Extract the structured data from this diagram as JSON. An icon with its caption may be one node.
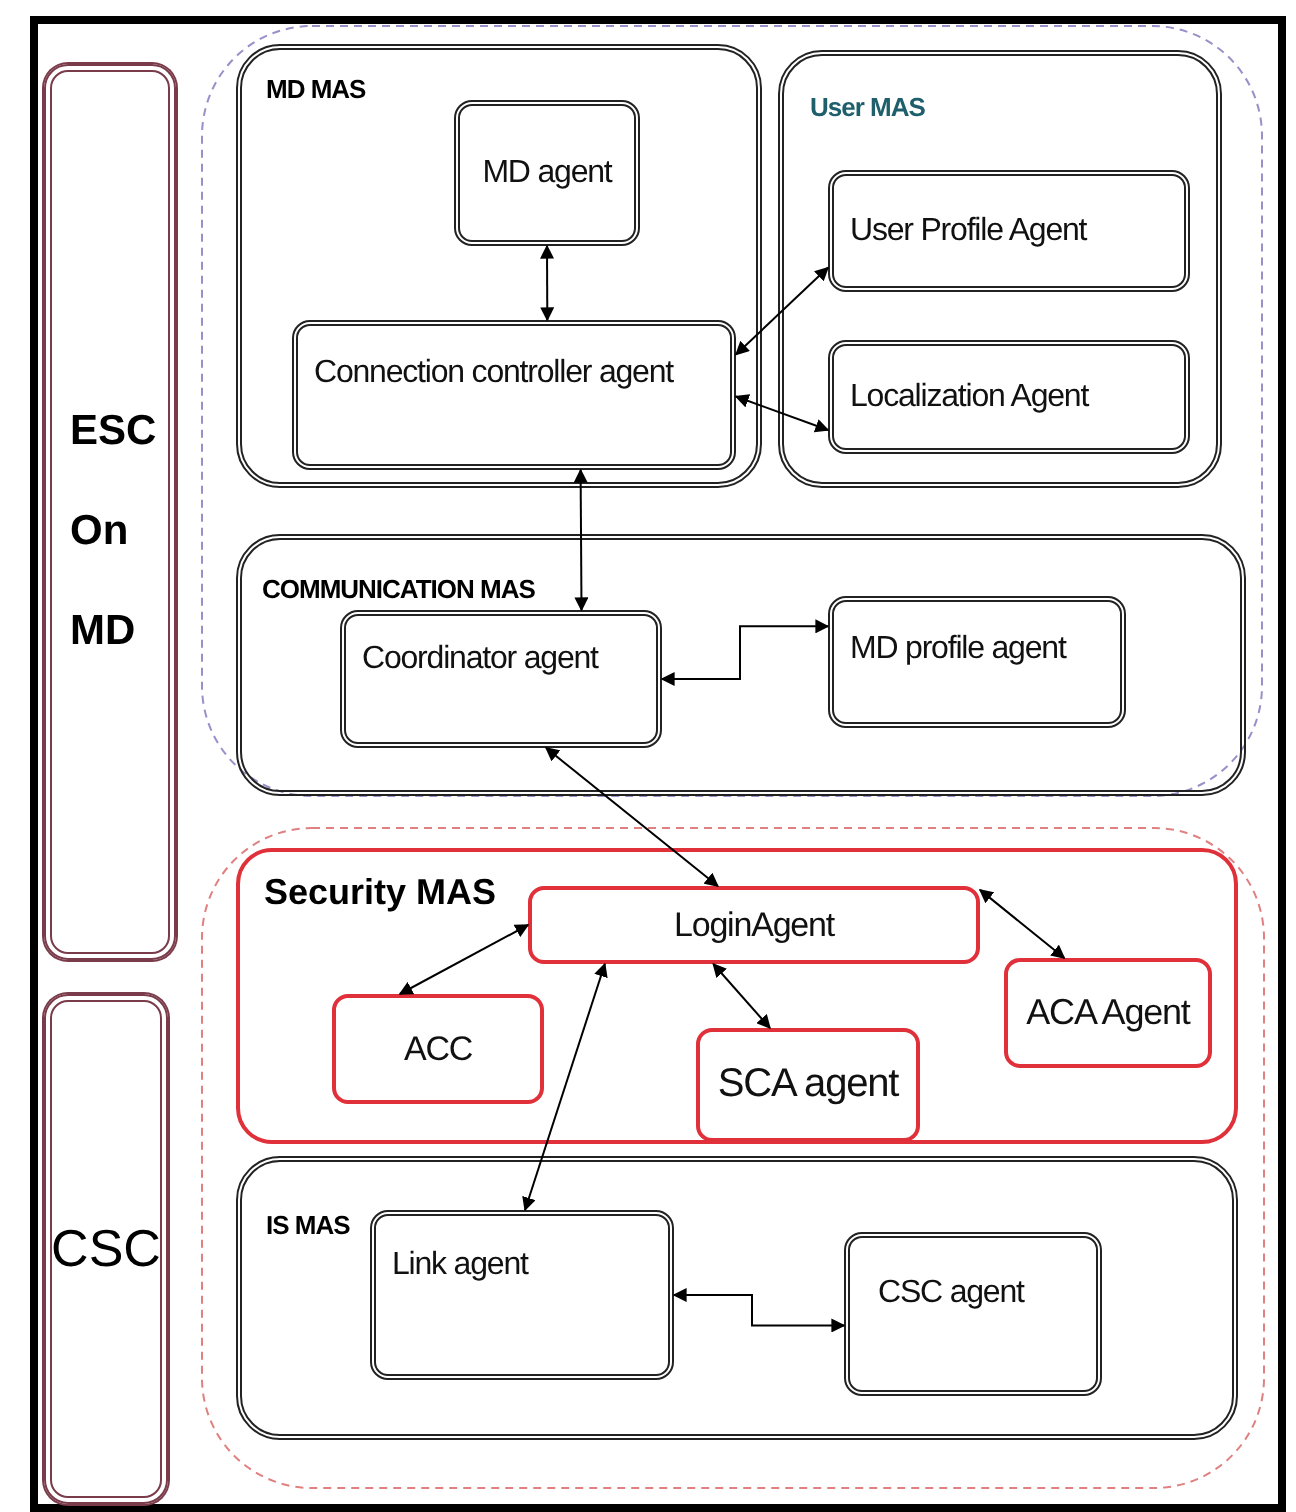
{
  "diagram": {
    "nodes": [
      {
        "text": [
          "ESC On MD"
        ]
      },
      {
        "text": [
          "CSC"
        ]
      },
      {
        "text": [
          "MD MAS"
        ]
      },
      {
        "text": [
          "MD agent"
        ],
        "in": 2
      },
      {
        "text": [
          "Connection controller agent"
        ],
        "in": 2
      },
      {
        "text": [
          "User MAS"
        ]
      },
      {
        "text": [
          "User Profile Agent"
        ],
        "in": 5
      },
      {
        "text": [
          "Localization Agent"
        ],
        "in": 5
      },
      {
        "text": [
          "COMMUNICATION MAS"
        ]
      },
      {
        "text": [
          "Coordinator agent"
        ],
        "in": 8
      },
      {
        "text": [
          "MD profile agent"
        ],
        "in": 8
      },
      {
        "text": [
          "Security MAS"
        ]
      },
      {
        "text": [
          "LoginAgent"
        ],
        "in": 11
      },
      {
        "text": [
          "ACC"
        ],
        "in": 11
      },
      {
        "text": [
          "SCA agent"
        ],
        "in": 11
      },
      {
        "text": [
          "ACA Agent"
        ],
        "in": 11
      },
      {
        "text": [
          "IS MAS"
        ]
      },
      {
        "text": [
          "Link agent"
        ],
        "in": 16
      },
      {
        "text": [
          "CSC agent"
        ],
        "in": 16
      }
    ],
    "edges": [
      {
        "from": 3,
        "to": 4,
        "arrow": "both"
      },
      {
        "from": 4,
        "to": 6,
        "arrow": "both"
      },
      {
        "from": 4,
        "to": 7,
        "arrow": "both"
      },
      {
        "from": 4,
        "to": 9,
        "arrow": "both"
      },
      {
        "from": 9,
        "to": 10,
        "arrow": "both"
      },
      {
        "from": 9,
        "to": 12,
        "arrow": "both"
      },
      {
        "from": 12,
        "to": 13,
        "arrow": "both"
      },
      {
        "from": 12,
        "to": 17,
        "arrow": "both"
      },
      {
        "from": 12,
        "to": 14,
        "arrow": "both"
      },
      {
        "from": 12,
        "to": 15,
        "arrow": "both"
      },
      {
        "from": 17,
        "to": 18,
        "arrow": "both"
      }
    ]
  }
}
